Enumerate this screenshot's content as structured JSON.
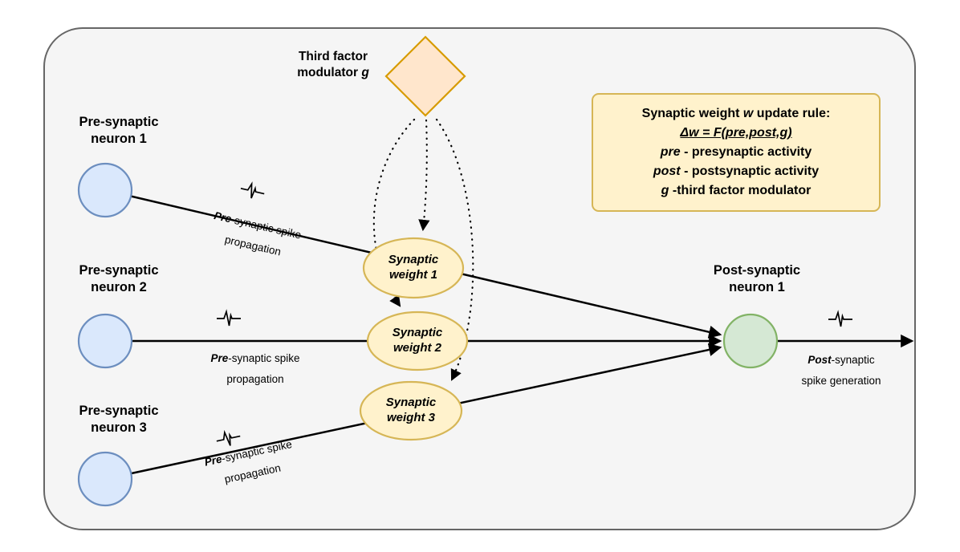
{
  "diagram": {
    "third_factor": {
      "line1": "Third factor",
      "line2_prefix": "modulator ",
      "line2_var": "g"
    },
    "pre_neurons": [
      {
        "line1": "Pre-synaptic",
        "line2": "neuron 1"
      },
      {
        "line1": "Pre-synaptic",
        "line2": "neuron 2"
      },
      {
        "line1": "Pre-synaptic",
        "line2": "neuron 3"
      }
    ],
    "post_neuron": {
      "line1": "Post-synaptic",
      "line2": "neuron 1"
    },
    "weights": [
      {
        "line1": "Synaptic",
        "line2": "weight 1"
      },
      {
        "line1": "Synaptic",
        "line2": "weight 2"
      },
      {
        "line1": "Synaptic",
        "line2": "weight 3"
      }
    ],
    "spike_label": {
      "var": "Pre",
      "rest": "-synaptic spike",
      "line2": "propagation"
    },
    "post_spike_label": {
      "var": "Post",
      "rest": "-synaptic",
      "line2": "spike generation"
    },
    "info_box": {
      "title_pre": "Synaptic weight ",
      "title_var": "w",
      "title_post": " update rule:",
      "formula": "Δw = F(pre,post,g)",
      "rows": [
        {
          "var": "pre",
          "text": " - presynaptic activity"
        },
        {
          "var": "post",
          "text": " - postsynaptic activity"
        },
        {
          "var": "g",
          "text": " -third factor modulator"
        }
      ]
    },
    "colors": {
      "panel_bg": "#f5f5f5",
      "panel_border": "#666666",
      "pre_neuron_fill": "#dae8fc",
      "pre_neuron_border": "#6c8ebf",
      "post_neuron_fill": "#d5e8d4",
      "post_neuron_border": "#82b366",
      "modulator_fill": "#ffe6cc",
      "modulator_border": "#d79b00",
      "weight_fill": "#fff2cc",
      "weight_border": "#d6b656",
      "arrow": "#000000"
    }
  }
}
